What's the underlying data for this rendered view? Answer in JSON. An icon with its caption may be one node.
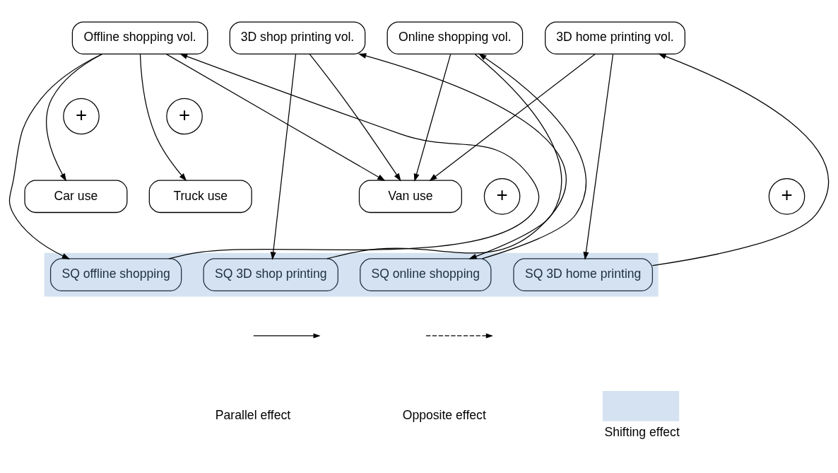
{
  "diagram": {
    "nodes": [
      {
        "text": [
          "Offline shopping vol."
        ]
      },
      {
        "text": [
          "3D shop printing vol."
        ]
      },
      {
        "text": [
          "Online shopping vol."
        ]
      },
      {
        "text": [
          "3D home printing vol."
        ]
      },
      {
        "text": [
          "+"
        ]
      },
      {
        "text": [
          "+"
        ]
      },
      {
        "text": [
          "Car use"
        ]
      },
      {
        "text": [
          "Truck use"
        ]
      },
      {
        "text": [
          "Van use"
        ]
      },
      {
        "text": [
          "+"
        ]
      },
      {
        "text": [
          "+"
        ]
      },
      {
        "text": [],
        "shape": "bar"
      },
      {
        "text": [
          "SQ offline shopping"
        ],
        "in": 11
      },
      {
        "text": [
          "SQ 3D shop printing"
        ],
        "in": 11
      },
      {
        "text": [
          "SQ online shopping"
        ],
        "in": 11
      },
      {
        "text": [
          "SQ 3D home printing"
        ],
        "in": 11
      }
    ],
    "edges": [
      {
        "from": 0,
        "to": 6,
        "arrow": "to"
      },
      {
        "from": 0,
        "to": 12,
        "arrow": "to"
      },
      {
        "from": 0,
        "to": 7,
        "arrow": "to"
      },
      {
        "from": 0,
        "to": 8,
        "arrow": "to"
      },
      {
        "from": 12,
        "to": 0,
        "arrow": "to"
      },
      {
        "from": 1,
        "to": 13,
        "arrow": "to"
      },
      {
        "from": 13,
        "to": 1,
        "arrow": "to"
      },
      {
        "from": 1,
        "to": 8,
        "arrow": "to"
      },
      {
        "from": 2,
        "to": 8,
        "arrow": "to"
      },
      {
        "from": 2,
        "to": 14,
        "arrow": "to"
      },
      {
        "from": 14,
        "to": 2,
        "arrow": "to"
      },
      {
        "from": 3,
        "to": 8,
        "arrow": "to"
      },
      {
        "from": 3,
        "to": 15,
        "arrow": "to"
      },
      {
        "from": 15,
        "to": 3,
        "arrow": "to"
      }
    ],
    "legend": [
      {
        "text": "Parallel effect"
      },
      {
        "text": "Opposite effect"
      },
      {
        "text": "Shifting effect",
        "color": "#d4e2f1"
      }
    ]
  }
}
